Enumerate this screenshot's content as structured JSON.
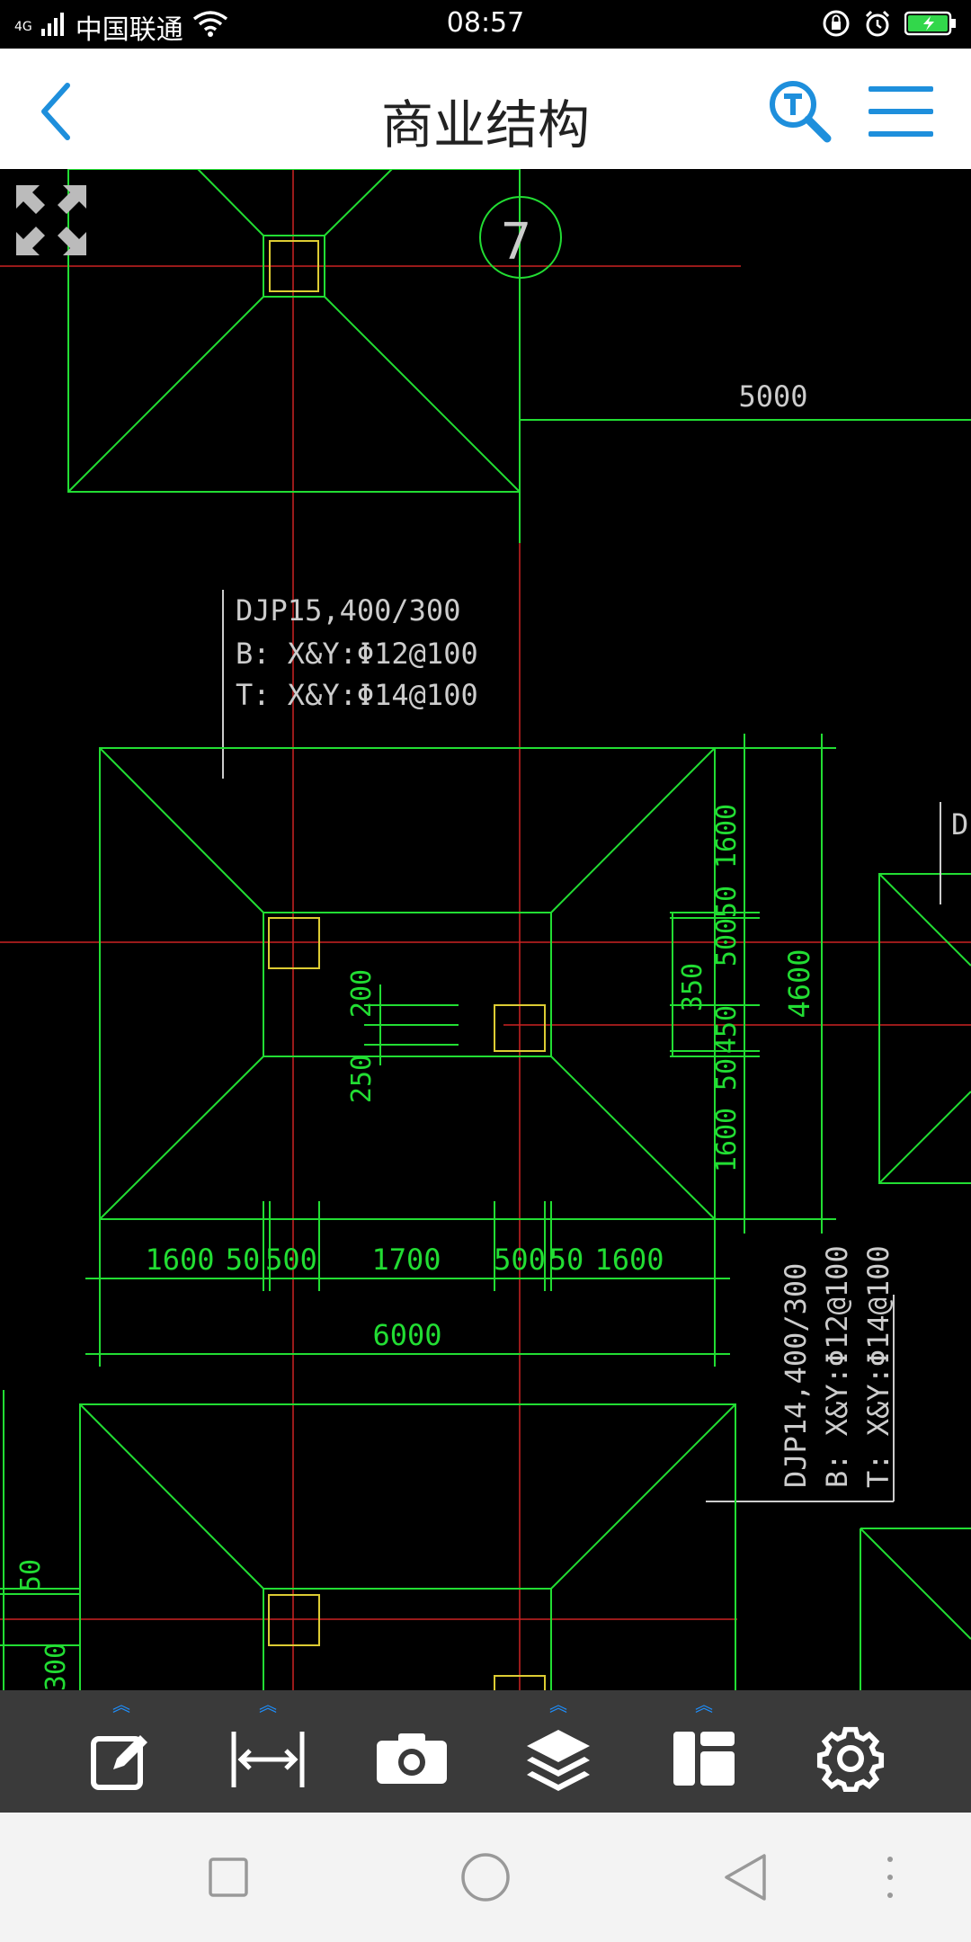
{
  "status": {
    "network": "4G",
    "carrier": "中国联通",
    "time": "08:57"
  },
  "header": {
    "title": "商业结构",
    "back_icon": "chevron-left-icon",
    "search_icon": "text-search-icon",
    "menu_icon": "hamburger-menu-icon"
  },
  "drawing": {
    "grid_label_7": "7",
    "dim_5000": "5000",
    "note1": {
      "line1": "DJP15,400/300",
      "line2": "B: X&Y:Φ12@100",
      "line3": "T: X&Y:Φ14@100"
    },
    "note2": {
      "line1": "DJP14,400/300",
      "line2": "B: X&Y:Φ12@100",
      "line3": "T: X&Y:Φ14@100"
    },
    "label_d": "D",
    "horiz_dims": [
      "1600",
      "50",
      "500",
      "1700",
      "500",
      "50",
      "1600"
    ],
    "total_width": "6000",
    "vert_dims": [
      "1600",
      "50",
      "500",
      "450",
      "50",
      "1600"
    ],
    "vert_350": "350",
    "total_height": "4600",
    "dim_200": "200",
    "dim_250": "250",
    "left_50": "50",
    "left_300": "300"
  },
  "toolbar": {
    "items": [
      "annotate-icon",
      "measure-icon",
      "camera-icon",
      "layers-icon",
      "layout-icon",
      "settings-icon"
    ]
  },
  "colors": {
    "accent": "#1e8fdc",
    "line_green": "#22dd33",
    "axis_red": "#cc2222",
    "column_yellow": "#ddcc33"
  }
}
